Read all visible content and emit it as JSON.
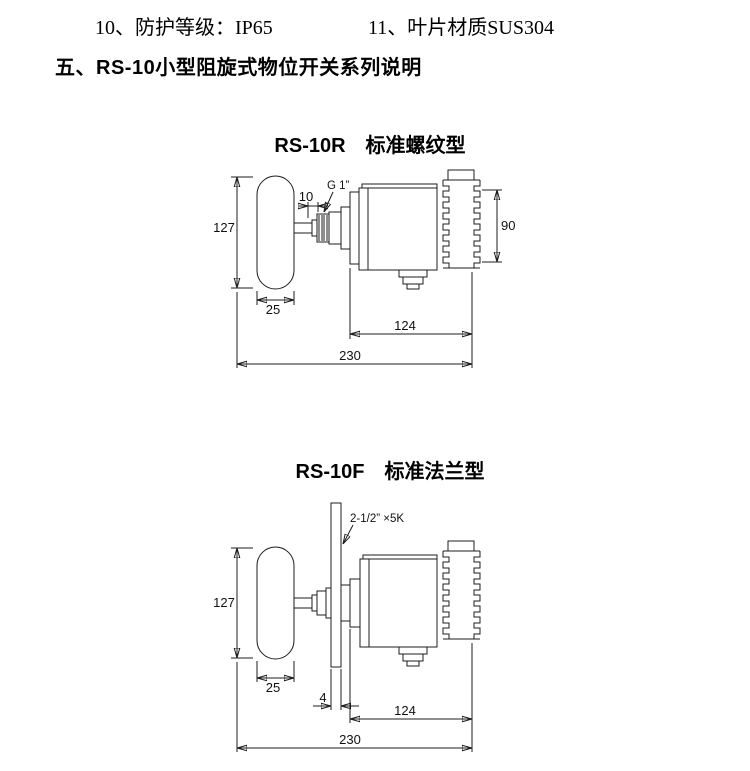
{
  "page": {
    "background": "#ffffff",
    "text_color": "#000000"
  },
  "header": {
    "spec_left": "10、防护等级：IP65",
    "spec_right": "11、叶片材质SUS304",
    "section_title": "五、RS-10小型阻旋式物位开关系列说明"
  },
  "diagram1": {
    "title": "RS-10R　标准螺纹型",
    "labels": {
      "thread": "G 1”",
      "dim10": "10",
      "dim127": "127",
      "dim90": "90",
      "dim25": "25",
      "dim124": "124",
      "dim230": "230"
    }
  },
  "diagram2": {
    "title": "RS-10F　标准法兰型",
    "labels": {
      "flange": "2-1/2” ×5K",
      "dim127": "127",
      "dim25": "25",
      "dim4": "4",
      "dim124": "124",
      "dim230": "230"
    }
  }
}
